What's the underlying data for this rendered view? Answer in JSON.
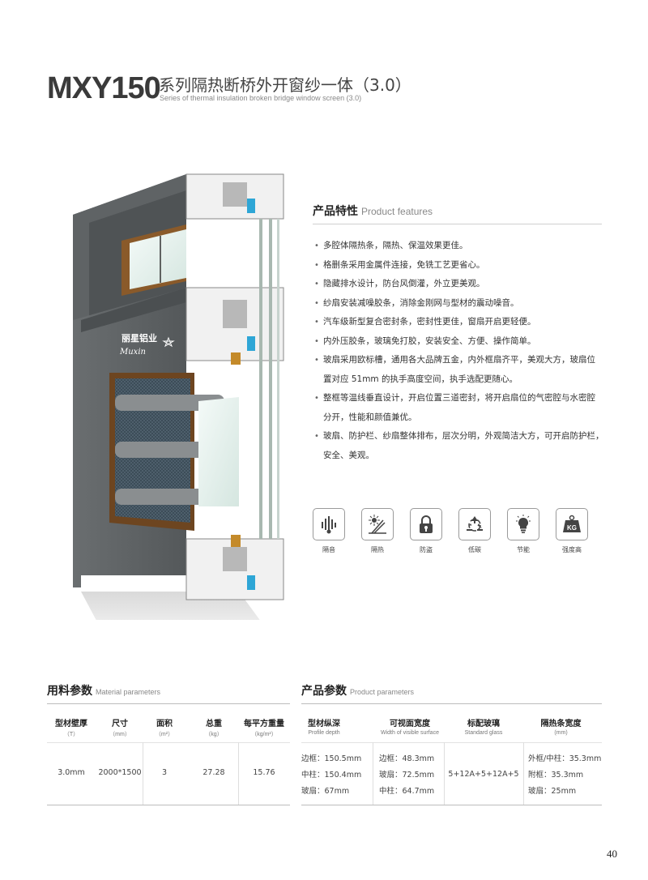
{
  "header": {
    "model": "MXY150",
    "title_cn": "系列隔热断桥外开窗纱一体（3.0）",
    "title_en": "Series of thermal insulation broken bridge window screen (3.0)"
  },
  "product_image": {
    "logo_cn": "丽星铝业",
    "logo_en": "Muxin"
  },
  "features": {
    "title_cn": "产品特性",
    "title_en": "Product features",
    "items": [
      "多腔体隔热条，隔热、保温效果更佳。",
      "格删条采用金属件连接，免铣工艺更省心。",
      "隐藏排水设计，防台风倒灌，外立更美观。",
      "纱扇安装减噪胶条，消除金刚网与型材的震动噪音。",
      "汽车级新型复合密封条，密封性更佳，窗扇开启更轻便。",
      "内外压胶条，玻璃免打胶，安装安全、方便、操作简单。",
      "玻扇采用欧标槽，通用各大品牌五金，内外框扇齐平，美观大方，玻扇位",
      "置对应 51mm 的执手高度空间，执手选配更随心。",
      "整框等温线垂直设计，开启位置三道密封，将开启扇位的气密腔与水密腔",
      "分开，性能和颜值兼优。",
      "玻扇、防护栏、纱扇整体排布，层次分明，外观简洁大方，可开启防护栏，",
      "安全、美观。"
    ]
  },
  "icons": [
    {
      "name": "soundproof-icon",
      "label": "隔音"
    },
    {
      "name": "heat-insulation-icon",
      "label": "隔热"
    },
    {
      "name": "anti-theft-icon",
      "label": "防盗"
    },
    {
      "name": "low-carbon-icon",
      "label": "低碳"
    },
    {
      "name": "energy-saving-icon",
      "label": "节能"
    },
    {
      "name": "strength-icon",
      "label": "强度高",
      "badge": "KG"
    }
  ],
  "material_params": {
    "title_cn": "用料参数",
    "title_en": "Material parameters",
    "headers": [
      {
        "cn": "型材壁厚",
        "en": "（T）"
      },
      {
        "cn": "尺寸",
        "en": "（mm）"
      },
      {
        "cn": "面积",
        "en": "（m²）"
      },
      {
        "cn": "总重",
        "en": "（kg）"
      },
      {
        "cn": "每平方重量",
        "en": "（kg/m²）"
      }
    ],
    "row": [
      "3.0mm",
      "2000*1500",
      "3",
      "27.28",
      "15.76"
    ]
  },
  "product_params": {
    "title_cn": "产品参数",
    "title_en": "Product parameters",
    "headers": [
      {
        "cn": "型材纵深",
        "en": "Profile depth"
      },
      {
        "cn": "可视面宽度",
        "en": "Width of visible surface"
      },
      {
        "cn": "标配玻璃",
        "en": "Standard glass"
      },
      {
        "cn": "隔热条宽度",
        "en": "(mm)"
      }
    ],
    "col1": [
      "边框：150.5mm",
      "中柱：150.4mm",
      "玻扇：67mm"
    ],
    "col2": [
      "边框：48.3mm",
      "玻扇：72.5mm",
      "中柱：64.7mm"
    ],
    "col3": "5+12A+5+12A+5",
    "col4": [
      "外框/中柱：35.3mm",
      "附框：35.3mm",
      "玻扇：25mm"
    ]
  },
  "page_number": "40"
}
